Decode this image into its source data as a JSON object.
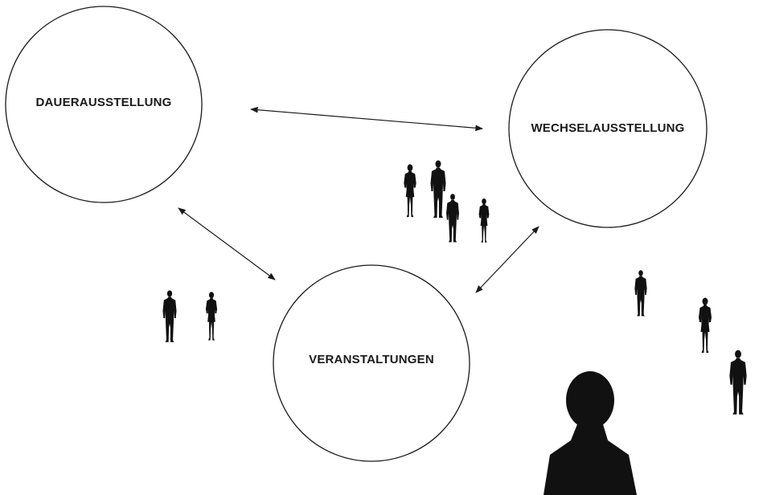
{
  "diagram": {
    "nodes": {
      "dauer": "DAUERAUSSTELLUNG",
      "wechsel": "WECHSELAUSSTELLUNG",
      "veranstaltungen": "VERANSTALTUNGEN"
    },
    "connections": [
      {
        "from": "dauer",
        "to": "wechsel",
        "type": "bidirectional"
      },
      {
        "from": "dauer",
        "to": "veranstaltungen",
        "type": "bidirectional"
      },
      {
        "from": "veranstaltungen",
        "to": "wechsel",
        "type": "bidirectional"
      }
    ],
    "decorations": [
      "people-silhouettes"
    ],
    "colors": {
      "line": "#1a1a1a",
      "silhouette": "#111111",
      "background": "#ffffff"
    }
  }
}
